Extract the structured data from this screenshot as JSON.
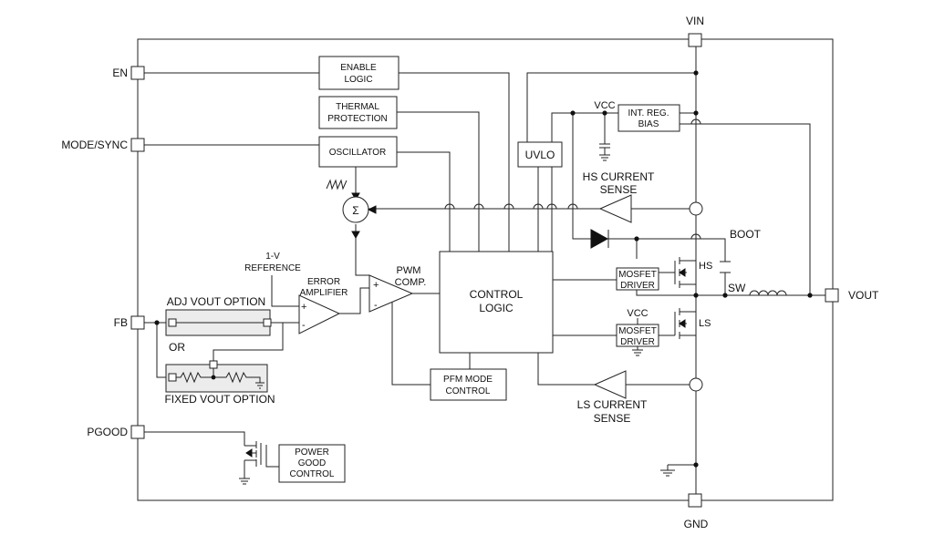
{
  "pins": {
    "vin": "VIN",
    "gnd": "GND",
    "en": "EN",
    "mode_sync": "MODE/SYNC",
    "fb": "FB",
    "pgood": "PGOOD",
    "vout": "VOUT"
  },
  "blocks": {
    "enable_logic": [
      "ENABLE",
      "LOGIC"
    ],
    "thermal_protection": [
      "THERMAL",
      "PROTECTION"
    ],
    "oscillator": "OSCILLATOR",
    "uvlo": "UVLO",
    "int_reg_bias": [
      "INT. REG.",
      "BIAS"
    ],
    "control_logic": [
      "CONTROL",
      "LOGIC"
    ],
    "mosfet_driver": [
      "MOSFET",
      "DRIVER"
    ],
    "pfm_mode_control": [
      "PFM MODE",
      "CONTROL"
    ],
    "power_good_control": [
      "POWER",
      "GOOD",
      "CONTROL"
    ]
  },
  "labels": {
    "vcc": "VCC",
    "hs_current_sense": [
      "HS CURRENT",
      "SENSE"
    ],
    "ls_current_sense": [
      "LS CURRENT",
      "SENSE"
    ],
    "boot": "BOOT",
    "sw": "SW",
    "hs": "HS",
    "ls": "LS",
    "pwm_comp": [
      "PWM",
      "COMP."
    ],
    "error_amplifier": [
      "ERROR",
      "AMPLIFIER"
    ],
    "reference": [
      "1-V",
      "REFERENCE"
    ],
    "adj_vout_option": "ADJ VOUT OPTION",
    "or": "OR",
    "fixed_vout_option": "FIXED VOUT OPTION",
    "sigma": "Σ",
    "plus": "+",
    "minus": "-"
  }
}
